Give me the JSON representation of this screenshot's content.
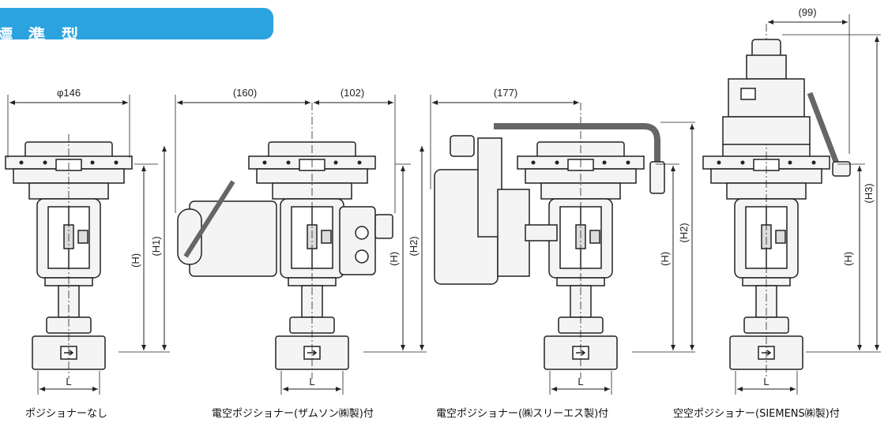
{
  "header": {
    "title": "標 準 型",
    "accent_color": "#2aa3e0"
  },
  "views": [
    {
      "caption": "ポジショナーなし",
      "dims": {
        "width": "φ146",
        "h": "(H)",
        "h1": "(H1)",
        "l": "L"
      }
    },
    {
      "caption": "電空ポジショナー(ザムソン㈱製)付",
      "dims": {
        "left": "(160)",
        "right": "(102)",
        "h": "(H)",
        "h2": "(H2)",
        "l": "L"
      }
    },
    {
      "caption": "電空ポジショナー(㈱スリーエス製)付",
      "dims": {
        "width": "(177)",
        "h": "(H)",
        "h2": "(H2)",
        "l": "L"
      }
    },
    {
      "caption": "空空ポジショナー(SIEMENS㈱製)付",
      "dims": {
        "width": "(99)",
        "h": "(H)",
        "h3": "(H3)",
        "l": "L"
      }
    }
  ],
  "colors": {
    "line": "#222222",
    "fill": "#f4f4f4"
  }
}
